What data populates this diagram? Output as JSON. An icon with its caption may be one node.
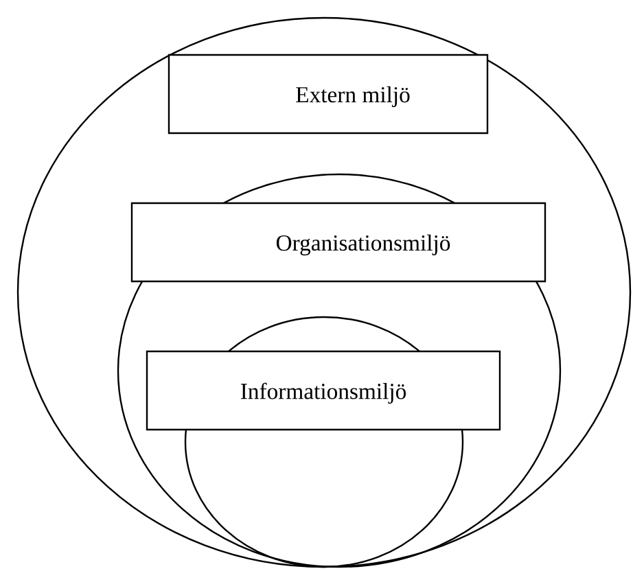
{
  "diagram": {
    "nodes": [
      {
        "text": [],
        "shape": "circle"
      },
      {
        "text": [],
        "shape": "circle",
        "in": 0
      },
      {
        "text": [],
        "shape": "circle",
        "in": 1
      },
      {
        "text": [
          "Extern miljö"
        ],
        "in": 0
      },
      {
        "text": [
          "Organisationsmiljö"
        ],
        "in": 1
      },
      {
        "text": [
          "Informationsmiljö"
        ],
        "in": 1
      }
    ]
  }
}
